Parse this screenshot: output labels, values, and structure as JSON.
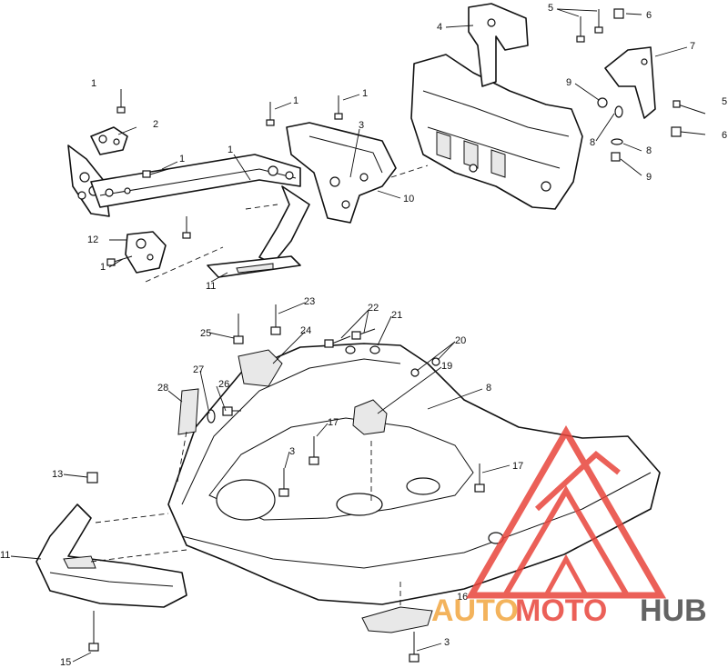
{
  "callouts": {
    "c1a": "1",
    "c1b": "1",
    "c1c": "1",
    "c1d": "1",
    "c1e": "1",
    "c1f": "1",
    "c2": "2",
    "c3a": "3",
    "c3b": "3",
    "c3c": "3",
    "c4": "4",
    "c5a": "5",
    "c5b": "5",
    "c6a": "6",
    "c6b": "6",
    "c7": "7",
    "c8a": "8",
    "c8b": "8",
    "c8c": "8",
    "c9a": "9",
    "c9b": "9",
    "c10": "10",
    "c11a": "11",
    "c11b": "11",
    "c12": "12",
    "c13": "13",
    "c15": "15",
    "c16": "16",
    "c17a": "17",
    "c17b": "17",
    "c19": "19",
    "c20": "20",
    "c21": "21",
    "c22": "22",
    "c23": "23",
    "c24": "24",
    "c25": "25",
    "c26": "26",
    "c27": "27",
    "c28": "28"
  },
  "watermark": {
    "part1": "AUTO",
    "part2": "MOTO",
    "part3": "HUB",
    "color_red": "#e8453c",
    "color_orange": "#f2a640",
    "color_gray": "#4a4a4a"
  }
}
